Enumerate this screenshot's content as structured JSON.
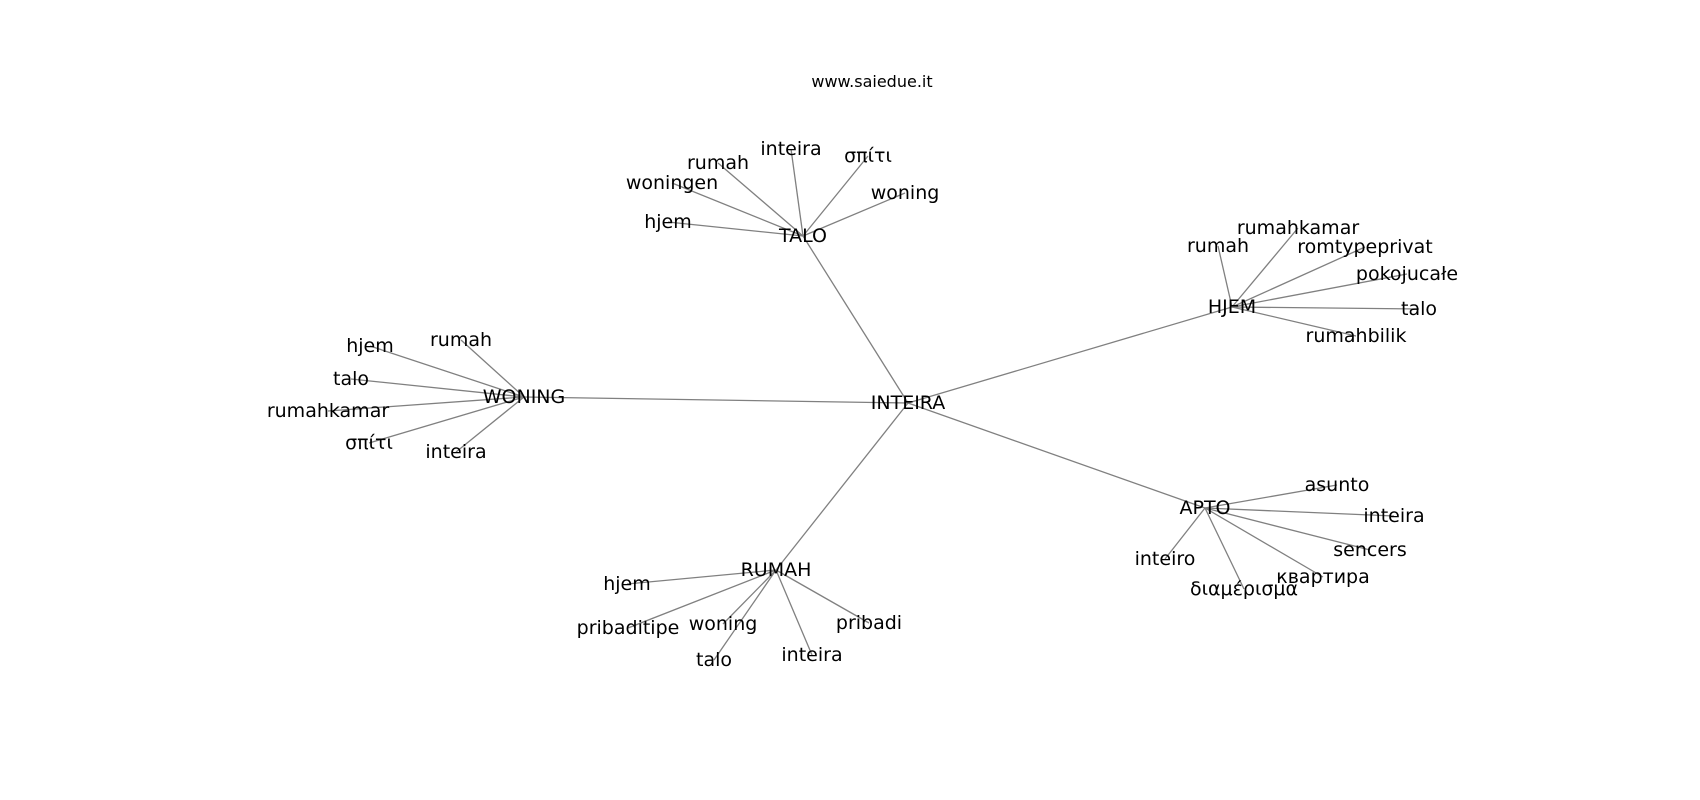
{
  "watermark": "www.saiedue.it",
  "graph": {
    "root": "INTEIRA",
    "clusters": [
      {
        "hub": "TALO",
        "leaves": [
          "rumah",
          "inteira",
          "σπίτι",
          "woningen",
          "woning",
          "hjem"
        ]
      },
      {
        "hub": "HJEM",
        "leaves": [
          "rumahkamar",
          "rumah",
          "romtypeprivat",
          "pokojucałe",
          "talo",
          "rumahbilik"
        ]
      },
      {
        "hub": "WONING",
        "leaves": [
          "rumah",
          "hjem",
          "talo",
          "rumahkamar",
          "σπίτι",
          "inteira"
        ]
      },
      {
        "hub": "APTO",
        "leaves": [
          "asunto",
          "inteira",
          "sencers",
          "inteiro",
          "квартира",
          "διαμέρισμα"
        ]
      },
      {
        "hub": "RUMAH",
        "leaves": [
          "hjem",
          "pribaditipe",
          "woning",
          "pribadi",
          "inteira",
          "talo"
        ]
      }
    ]
  }
}
